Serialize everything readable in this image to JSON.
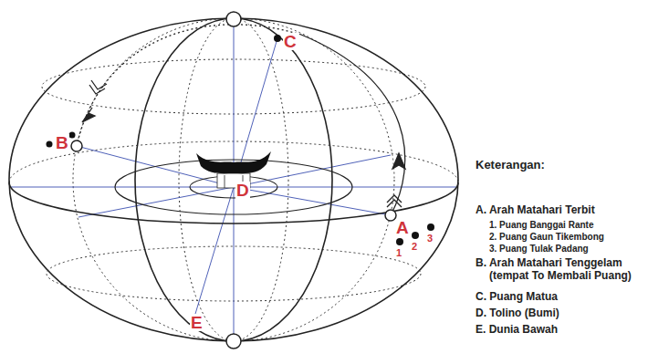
{
  "diagram": {
    "labels": [
      "C",
      "B",
      "D",
      "A",
      "E",
      "1",
      "2",
      "3",
      "Keterangan:",
      "A. Arah Matahari Terbit",
      "1. Puang Banggai Rante",
      "2. Puang Gaun Tikembong",
      "3. Puang Tulak Padang",
      "B. Arah Matahari Tenggelam (tempat To Membali Puang)",
      "C. Puang Matua",
      "D. Tolino (Bumi)",
      "E. Dunia Bawah"
    ]
  }
}
